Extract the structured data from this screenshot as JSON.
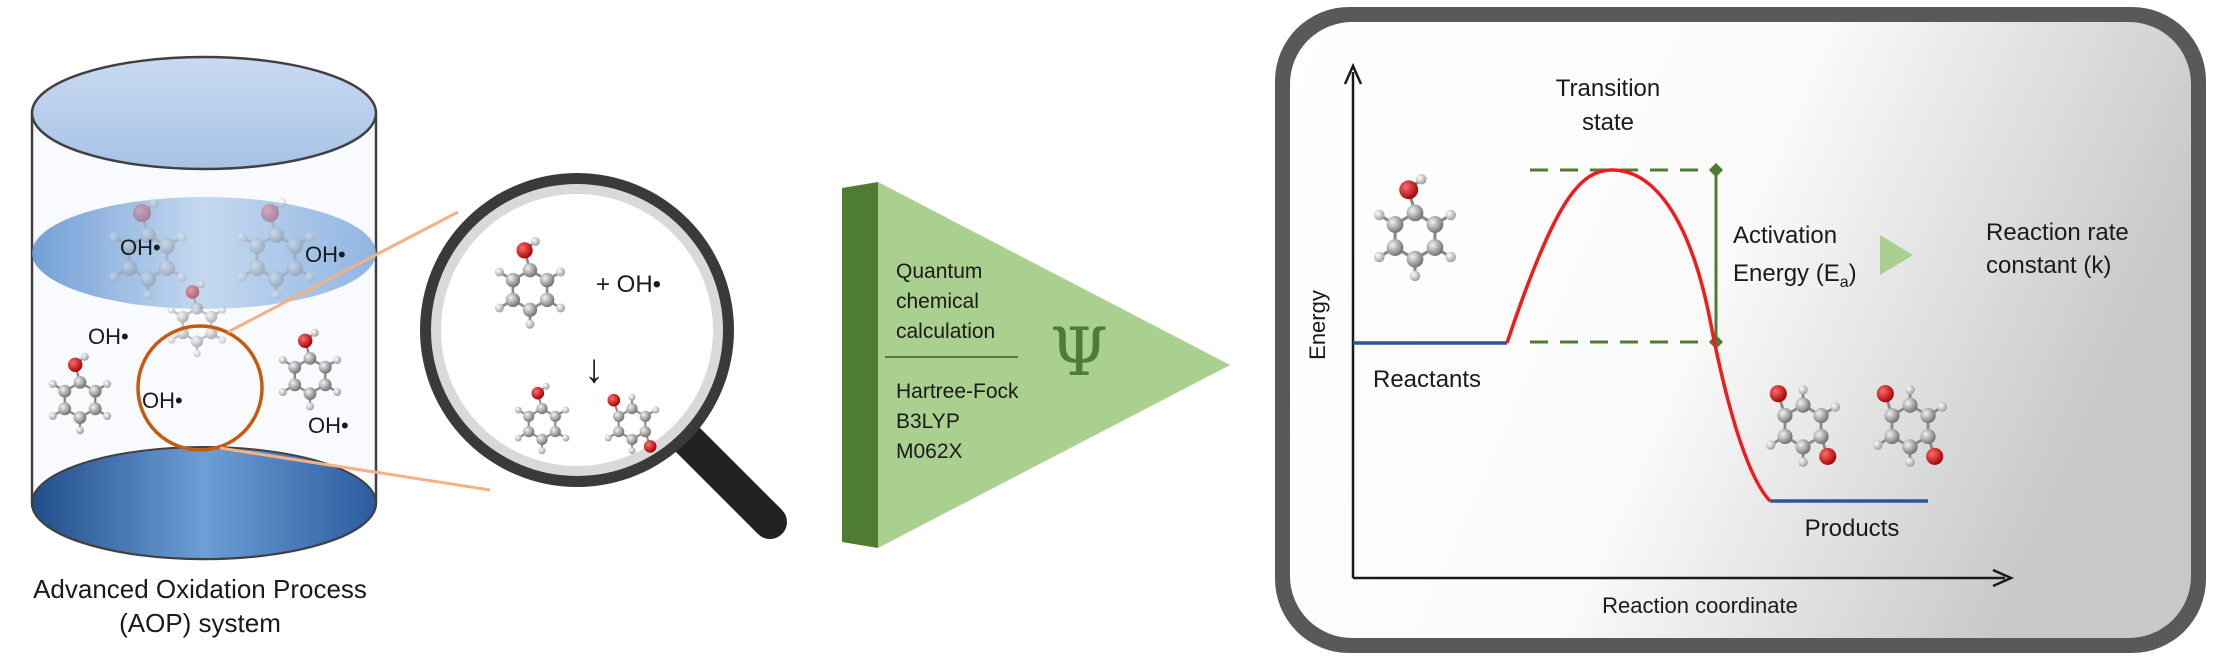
{
  "aop": {
    "caption_line1": "Advanced Oxidation Process",
    "caption_line2": "(AOP) system",
    "radicals": [
      "OH•",
      "OH•",
      "OH•",
      "OH•",
      "OH•"
    ]
  },
  "magnifier": {
    "plus_radical": "+ OH•",
    "arrow": "↓"
  },
  "method": {
    "title_line1": "Quantum",
    "title_line2": "chemical",
    "title_line3": "calculation",
    "methods": [
      "Hartree-Fock",
      "B3LYP",
      "M062X"
    ],
    "symbol": "Ψ"
  },
  "energy_diagram": {
    "transition_line1": "Transition",
    "transition_line2": "state",
    "activation_line1": "Activation",
    "activation_line2_main": "Energy (E",
    "activation_sub": "a",
    "activation_close": ")",
    "rate_line1": "Reaction rate",
    "rate_line2": "constant (k)",
    "reactants": "Reactants",
    "products": "Products",
    "y_axis": "Energy",
    "x_axis": "Reaction coordinate"
  },
  "colors": {
    "green_dark": "#4e7c33",
    "green_light": "#a9d08e",
    "blue": "#2f5597",
    "red_curve": "#ee1c1c",
    "orange": "#c55a11"
  }
}
